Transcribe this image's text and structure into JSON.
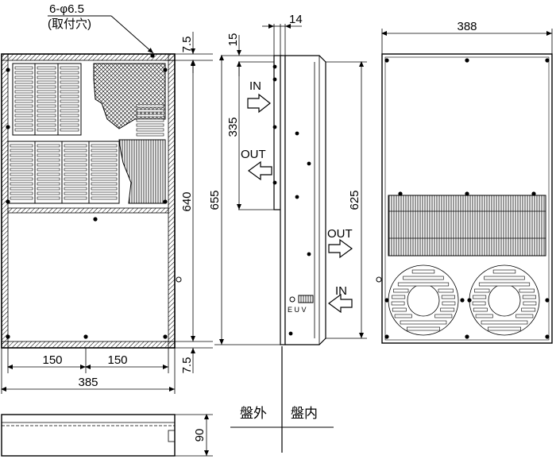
{
  "dimensions": {
    "holes": "6-φ6.5",
    "holes_note": "(取付穴)",
    "top_margin": "7.5",
    "bottom_margin": "7.5",
    "width_385": "385",
    "pitch_left": "150",
    "pitch_right": "150",
    "height_640": "640",
    "height_655": "655",
    "side_15": "15",
    "side_14": "14",
    "side_335": "335",
    "right_width": "388",
    "right_height": "625",
    "depth_90": "90"
  },
  "airflow": {
    "in_upper": "IN",
    "out_upper": "OUT",
    "out_lower": "OUT",
    "in_lower": "IN"
  },
  "terminal_label": "E U V",
  "panel": {
    "outside": "盤外",
    "inside": "盤内"
  }
}
